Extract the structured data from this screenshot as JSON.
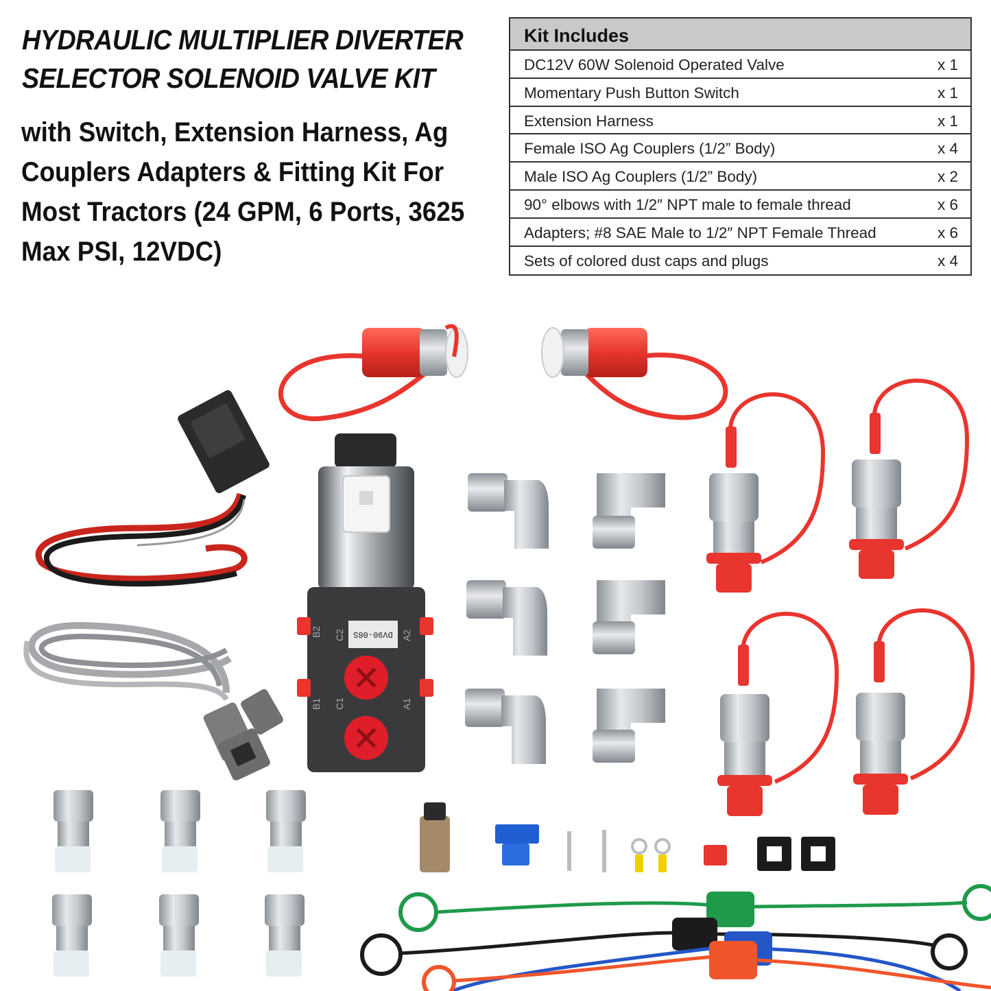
{
  "title": {
    "line1": "HYDRAULIC MULTIPLIER DIVERTER",
    "line2": "SELECTOR SOLENOID VALVE KIT"
  },
  "subtitle": {
    "line1": "with Switch, Extension Harness, Ag",
    "line2": "Couplers Adapters & Fitting Kit For",
    "line3": "Most Tractors (24 GPM, 6 Ports, 3625",
    "line4": "Max PSI, 12VDC)"
  },
  "kit": {
    "heading": "Kit Includes",
    "items": [
      {
        "name": "DC12V 60W Solenoid Operated Valve",
        "qty": "x 1"
      },
      {
        "name": "Momentary Push Button Switch",
        "qty": "x 1"
      },
      {
        "name": "Extension Harness",
        "qty": "x 1"
      },
      {
        "name": "Female ISO Ag Couplers (1/2” Body)",
        "qty": "x 4"
      },
      {
        "name": "Male ISO Ag Couplers (1/2” Body)",
        "qty": "x 2"
      },
      {
        "name": "90° elbows with 1/2″ NPT male to female thread",
        "qty": "x 6"
      },
      {
        "name": "Adapters; #8 SAE Male to 1/2″ NPT Female Thread",
        "qty": "x 6"
      },
      {
        "name": "Sets of colored dust caps and plugs",
        "qty": "x 4"
      }
    ]
  },
  "valve": {
    "model_label": "DV90-08S",
    "port_labels": [
      "B2",
      "C2",
      "A2",
      "B1",
      "C1",
      "A1"
    ]
  },
  "colors": {
    "cap_red": "#e8352e",
    "steel": "#b9bdc2",
    "valve_body": "#3a3a3c",
    "table_header": "#c9c9c9",
    "cap_green": "#1f9a4a",
    "cap_blue": "#2456c8",
    "cap_black": "#1b1b1b",
    "cap_orange": "#f0552c"
  }
}
